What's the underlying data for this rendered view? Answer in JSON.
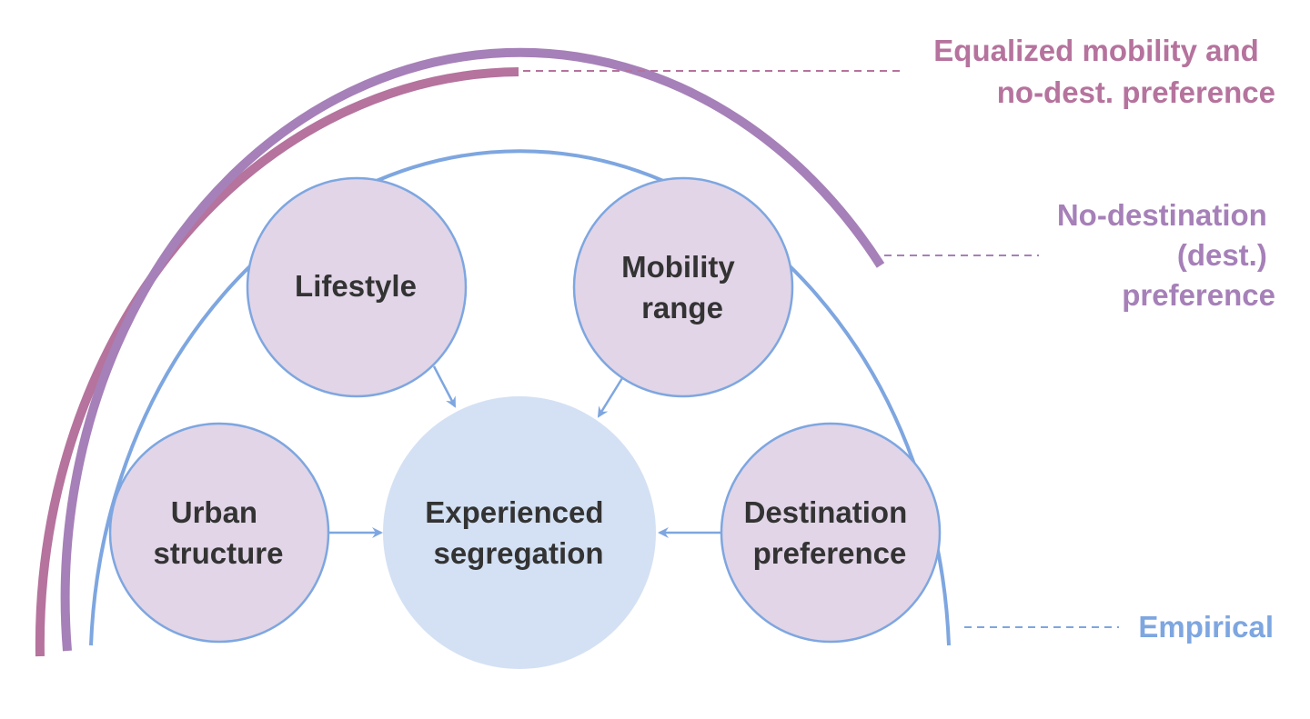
{
  "diagram": {
    "center": {
      "lines": [
        "Experienced",
        "segregation"
      ],
      "fill": "#d4e1f4"
    },
    "factors": {
      "lifestyle": {
        "lines": [
          "Lifestyle"
        ]
      },
      "mobility": {
        "lines": [
          "Mobility",
          "range"
        ]
      },
      "urban": {
        "lines": [
          "Urban",
          "structure"
        ]
      },
      "destination": {
        "lines": [
          "Destination",
          "preference"
        ]
      },
      "fill": "#e1d5e7",
      "stroke": "#7ea6e0"
    },
    "scenarios": {
      "equalized": {
        "lines": [
          "Equalized mobility and",
          "no-dest. preference"
        ],
        "color": "#b5739d"
      },
      "nodest": {
        "lines": [
          "No-destination",
          "(dest.)",
          "preference"
        ],
        "color": "#a680b8"
      },
      "empirical": {
        "lines": [
          "Empirical"
        ],
        "color": "#7ea6e0"
      }
    }
  }
}
